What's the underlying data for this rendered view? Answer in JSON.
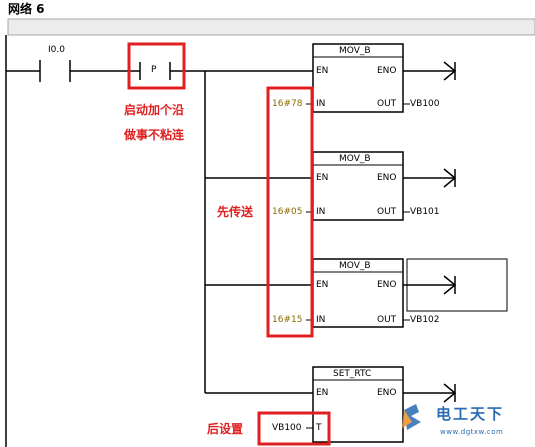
{
  "network": {
    "title": "网络 6"
  },
  "contact": {
    "address": "I0.0"
  },
  "edge": {
    "label": "P"
  },
  "blocks": [
    {
      "title": "MOV_B",
      "en": "EN",
      "eno": "ENO",
      "in_pin": "IN",
      "out_pin": "OUT",
      "in_value": "16#78",
      "out_value": "VB100"
    },
    {
      "title": "MOV_B",
      "en": "EN",
      "eno": "ENO",
      "in_pin": "IN",
      "out_pin": "OUT",
      "in_value": "16#05",
      "out_value": "VB101"
    },
    {
      "title": "MOV_B",
      "en": "EN",
      "eno": "ENO",
      "in_pin": "IN",
      "out_pin": "OUT",
      "in_value": "16#15",
      "out_value": "VB102"
    },
    {
      "title": "SET_RTC",
      "en": "EN",
      "eno": "ENO",
      "t_pin": "T",
      "t_value": "VB100"
    }
  ],
  "annotations": {
    "edge_note_line1": "启动加个沿",
    "edge_note_line2": "做事不粘连",
    "send_first": "先传送",
    "set_after": "后设置"
  },
  "watermark": {
    "text": "电工天下",
    "sub": "www.dgtxw.com"
  },
  "colors": {
    "highlight": "#e02020",
    "constant": "#8a6a00",
    "watermark": "#2a6cb4"
  }
}
